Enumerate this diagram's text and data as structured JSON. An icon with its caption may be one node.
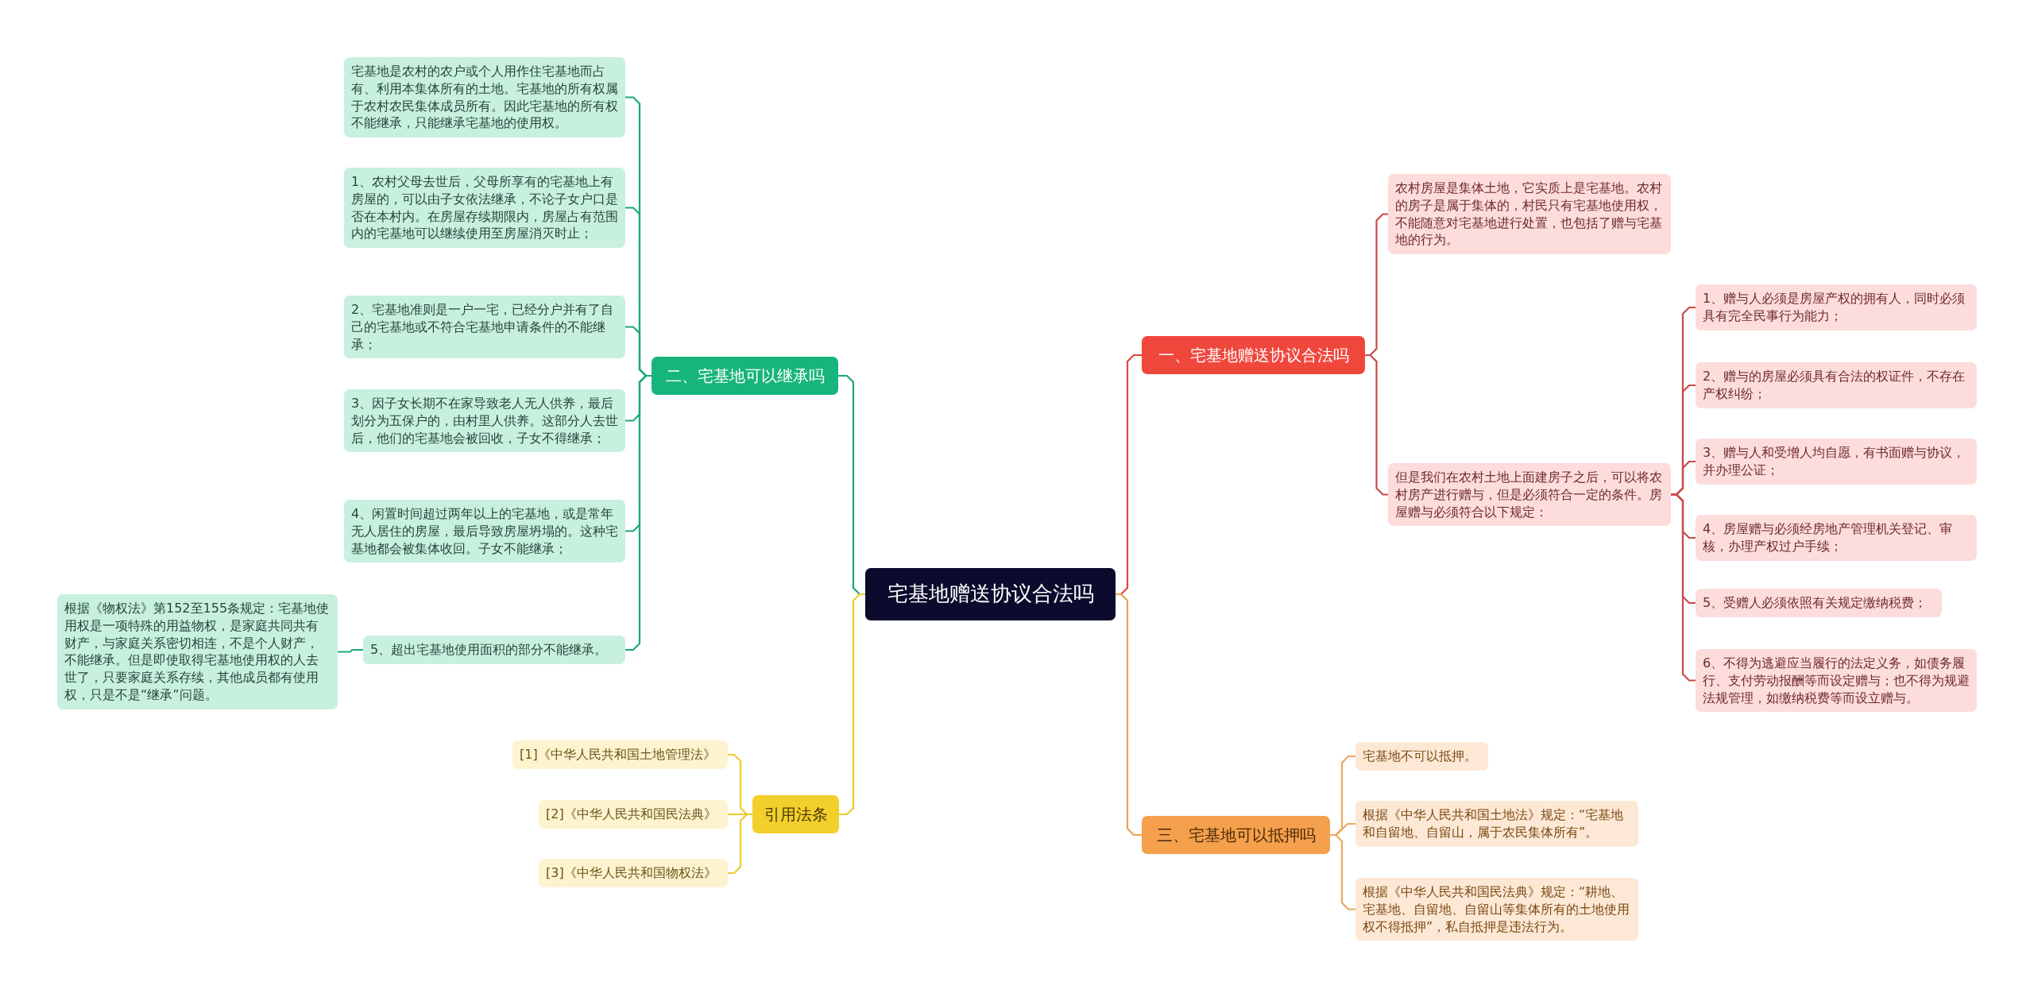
{
  "diagram": {
    "nodes": [
      {
        "text": [
          "宅基地赠送协议合法吗"
        ]
      },
      {
        "text": [
          "一、宅基地赠送协议合法吗"
        ]
      },
      {
        "text": [
          "农村房屋是集体土地，它实质上是宅基地。农村的房子是属于集体的，村民只有宅基地使用权，不能随意对宅基地进行处置，也包括了赠与宅基地的行为。"
        ]
      },
      {
        "text": [
          "但是我们在农村土地上面建房子之后，可以将农村房产进行赠与，但是必须符合一定的条件。房屋赠与必须符合以下规定："
        ]
      },
      {
        "text": [
          "1、赠与人必须是房屋产权的拥有人，同时必须具有完全民事行为能力；"
        ]
      },
      {
        "text": [
          "2、赠与的房屋必须具有合法的权证件，不存在产权纠纷；"
        ]
      },
      {
        "text": [
          "3、赠与人和受增人均自愿，有书面赠与协议，并办理公证；"
        ]
      },
      {
        "text": [
          "4、房屋赠与必须经房地产管理机关登记、审核，办理产权过户手续；"
        ]
      },
      {
        "text": [
          "5、受赠人必须依照有关规定缴纳税费；"
        ]
      },
      {
        "text": [
          "6、不得为逃避应当履行的法定义务，如债务履行、支付劳动报酬等而设定赠与；也不得为规避法规管理，如缴纳税费等而设立赠与。"
        ]
      },
      {
        "text": [
          "三、宅基地可以抵押吗"
        ]
      },
      {
        "text": [
          "宅基地不可以抵押。"
        ]
      },
      {
        "text": [
          "根据《中华人民共和国土地法》规定：“宅基地和自留地、自留山，属于农民集体所有”。"
        ]
      },
      {
        "text": [
          "根据《中华人民共和国民法典》规定：“耕地、宅基地、自留地、自留山等集体所有的土地使用权不得抵押”，私自抵押是违法行为。"
        ]
      },
      {
        "text": [
          "二、宅基地可以继承吗"
        ]
      },
      {
        "text": [
          "宅基地是农村的农户或个人用作住宅基地而占有、利用本集体所有的土地。宅基地的所有权属于农村农民集体成员所有。因此宅基地的所有权不能继承，只能继承宅基地的使用权。"
        ]
      },
      {
        "text": [
          "1、农村父母去世后，父母所享有的宅基地上有房屋的，可以由子女依法继承，不论子女户口是否在本村内。在房屋存续期限内，房屋占有范围内的宅基地可以继续使用至房屋消灭时止；"
        ]
      },
      {
        "text": [
          "2、宅基地准则是一户一宅，已经分户并有了自己的宅基地或不符合宅基地申请条件的不能继承；"
        ]
      },
      {
        "text": [
          "3、因子女长期不在家导致老人无人供养，最后划分为五保户的，由村里人供养。这部分人去世后，他们的宅基地会被回收，子女不得继承；"
        ]
      },
      {
        "text": [
          "4、闲置时间超过两年以上的宅基地，或是常年无人居住的房屋，最后导致房屋坍塌的。这种宅基地都会被集体收回。子女不能继承；"
        ]
      },
      {
        "text": [
          "5、超出宅基地使用面积的部分不能继承。"
        ]
      },
      {
        "text": [
          "根据《物权法》第152至155条规定：宅基地使用权是一项特殊的用益物权，是家庭共同共有财产，与家庭关系密切相连，不是个人财产，不能继承。但是即使取得宅基地使用权的人去世了，只要家庭关系存续，其他成员都有使用权，只是不是“继承”问题。"
        ]
      },
      {
        "text": [
          "引用法条"
        ]
      },
      {
        "text": [
          "[1]《中华人民共和国土地管理法》"
        ]
      },
      {
        "text": [
          "[2]《中华人民共和国民法典》"
        ]
      },
      {
        "text": [
          "[3]《中华人民共和国物权法》"
        ]
      }
    ],
    "edges": [
      {
        "from": 0,
        "to": 1,
        "arrow": "none",
        "color": "#e0463c"
      },
      {
        "from": 1,
        "to": 2,
        "arrow": "none",
        "color": "#c94a4a"
      },
      {
        "from": 1,
        "to": 3,
        "arrow": "none",
        "color": "#c94a4a"
      },
      {
        "from": 3,
        "to": 4,
        "arrow": "none",
        "color": "#c94a4a"
      },
      {
        "from": 3,
        "to": 5,
        "arrow": "none",
        "color": "#c94a4a"
      },
      {
        "from": 3,
        "to": 6,
        "arrow": "none",
        "color": "#c94a4a"
      },
      {
        "from": 3,
        "to": 7,
        "arrow": "none",
        "color": "#c94a4a"
      },
      {
        "from": 3,
        "to": 8,
        "arrow": "none",
        "color": "#c94a4a"
      },
      {
        "from": 3,
        "to": 9,
        "arrow": "none",
        "color": "#c94a4a"
      },
      {
        "from": 0,
        "to": 10,
        "arrow": "none",
        "color": "#f0a050"
      },
      {
        "from": 10,
        "to": 11,
        "arrow": "none",
        "color": "#e8a860"
      },
      {
        "from": 10,
        "to": 12,
        "arrow": "none",
        "color": "#e8a860"
      },
      {
        "from": 10,
        "to": 13,
        "arrow": "none",
        "color": "#e8a860"
      },
      {
        "from": 0,
        "to": 14,
        "arrow": "none",
        "color": "#1aa879"
      },
      {
        "from": 14,
        "to": 15,
        "arrow": "none",
        "color": "#1aa879"
      },
      {
        "from": 14,
        "to": 16,
        "arrow": "none",
        "color": "#1aa879"
      },
      {
        "from": 14,
        "to": 17,
        "arrow": "none",
        "color": "#1aa879"
      },
      {
        "from": 14,
        "to": 18,
        "arrow": "none",
        "color": "#1aa879"
      },
      {
        "from": 14,
        "to": 19,
        "arrow": "none",
        "color": "#1aa879"
      },
      {
        "from": 14,
        "to": 20,
        "arrow": "none",
        "color": "#1aa879"
      },
      {
        "from": 20,
        "to": 21,
        "arrow": "none",
        "color": "#1aa879"
      },
      {
        "from": 0,
        "to": 22,
        "arrow": "none",
        "color": "#eccc30"
      },
      {
        "from": 22,
        "to": 23,
        "arrow": "none",
        "color": "#eccc30"
      },
      {
        "from": 22,
        "to": 24,
        "arrow": "none",
        "color": "#eccc30"
      },
      {
        "from": 22,
        "to": 25,
        "arrow": "none",
        "color": "#eccc30"
      }
    ]
  }
}
